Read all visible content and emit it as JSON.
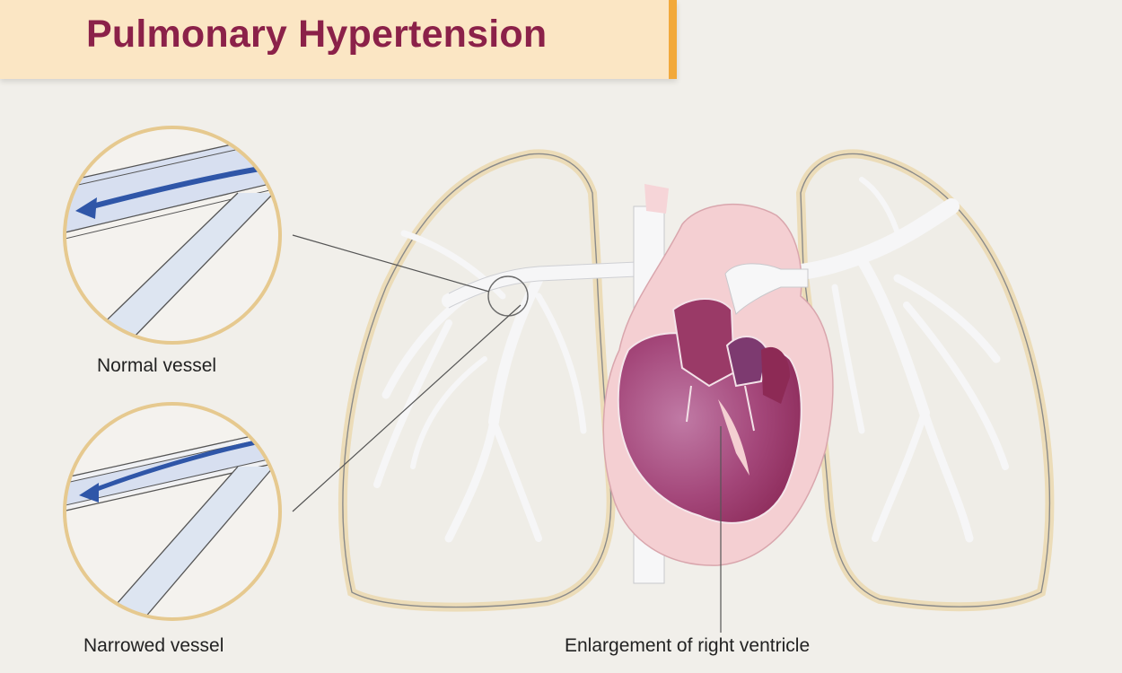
{
  "title": "Pulmonary Hypertension",
  "labels": {
    "normal_vessel": "Normal vessel",
    "narrowed_vessel": "Narrowed vessel",
    "enlargement": "Enlargement of right ventricle"
  },
  "colors": {
    "title": "#8b2149",
    "banner": "#fbe6c4",
    "banner_accent": "#f2a93b",
    "background": "#f1efea",
    "lung_outline": "#ecdcb8",
    "vessel": "#f3f3f4",
    "blood_flow": "#2f56a8",
    "heart_outer": "#f4cfd2",
    "heart_inner": "#9d3e6e"
  }
}
